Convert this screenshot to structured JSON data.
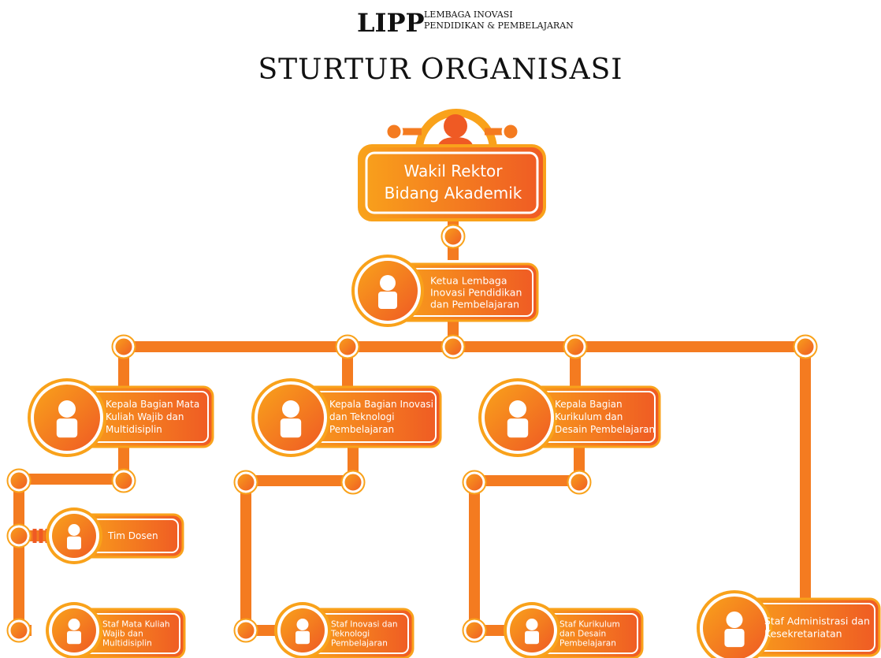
{
  "header": {
    "logo_abbr": "LIPP",
    "logo_line1": "LEMBAGA INOVASI",
    "logo_line2": "PENDIDIKAN & PEMBELAJARAN",
    "title": "STURTUR ORGANISASI"
  },
  "colors": {
    "orange_dark": "#ef5a24",
    "orange_mid": "#f47b20",
    "orange_light": "#f9a21b",
    "white": "#ffffff"
  },
  "nodes": {
    "top": {
      "lines": [
        "Wakil Rektor",
        "Bidang Akademik"
      ]
    },
    "ketua": {
      "lines": [
        "Ketua Lembaga",
        "Inovasi Pendidikan",
        "dan Pembelajaran"
      ]
    },
    "kabag_mk": {
      "lines": [
        "Kepala Bagian Mata",
        "Kuliah Wajib dan",
        "Multidisiplin"
      ]
    },
    "kabag_inovasi": {
      "lines": [
        "Kepala Bagian Inovasi",
        "dan Teknologi",
        "Pembelajaran"
      ]
    },
    "kabag_kurikulum": {
      "lines": [
        "Kepala Bagian",
        "Kurikulum dan",
        "Desain Pembelajaran"
      ]
    },
    "tim_dosen": {
      "lines": [
        "Tim Dosen"
      ]
    },
    "staf_mk": {
      "lines": [
        "Staf Mata Kuliah",
        "Wajib dan",
        "Multidisiplin"
      ]
    },
    "staf_inovasi": {
      "lines": [
        "Staf Inovasi dan",
        "Teknologi",
        "Pembelajaran"
      ]
    },
    "staf_kurikulum": {
      "lines": [
        "Staf Kurikulum",
        "dan Desain",
        "Pembelajaran"
      ]
    },
    "staf_admin": {
      "lines": [
        "Staf Administrasi dan",
        "Kesekretariatan"
      ]
    }
  },
  "icons": {
    "person": "person-silhouette-icon",
    "connector": "circle-connector-icon"
  }
}
